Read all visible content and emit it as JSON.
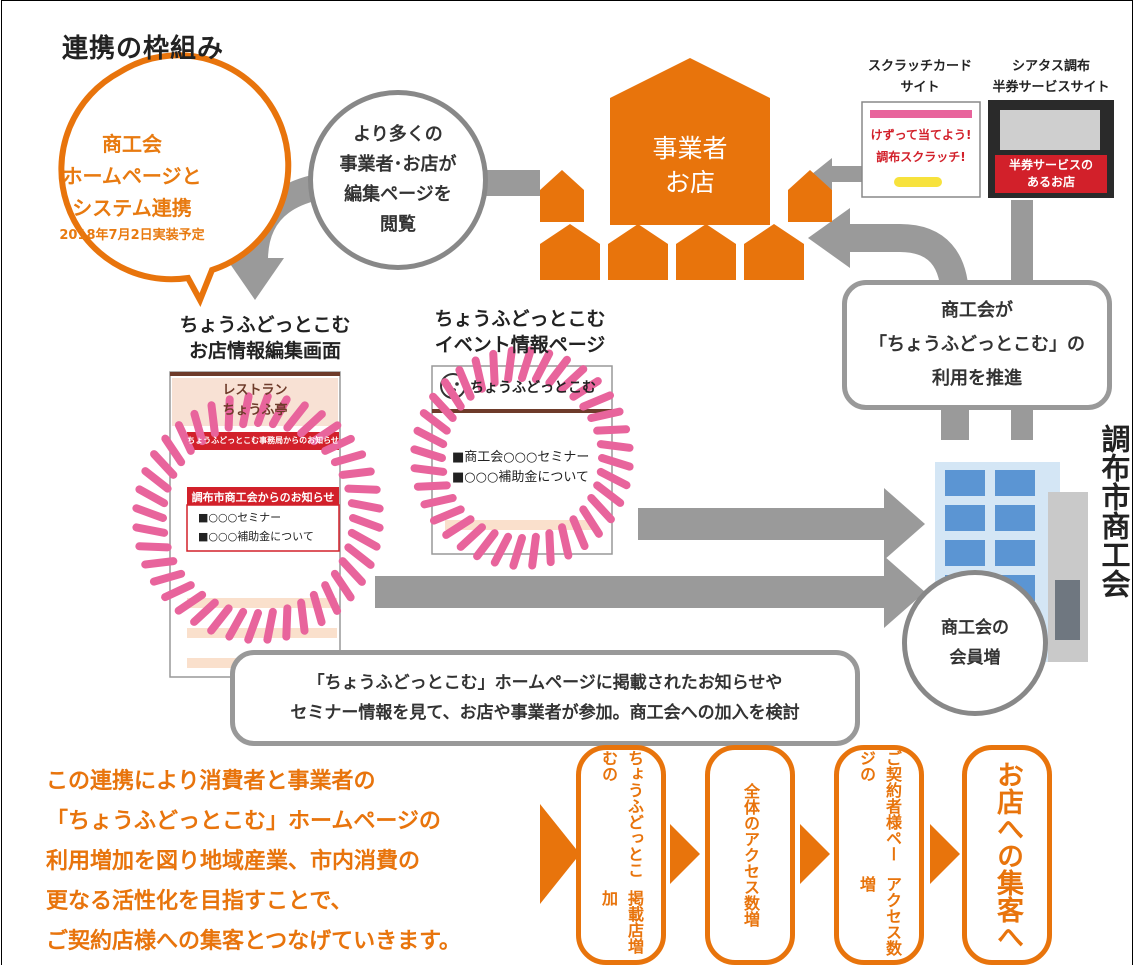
{
  "title": "連携の枠組み",
  "speech_bubble": {
    "line1": "商工会",
    "line2": "ホームページと",
    "line3": "システム連携",
    "date": "2018年7月2日実装予定"
  },
  "circle_view": {
    "line1": "より多くの",
    "line2": "事業者･お店が",
    "line3": "編集ページを",
    "line4": "閲覧"
  },
  "business_house": {
    "line1": "事業者",
    "line2": "お店"
  },
  "scratch_site": {
    "label1": "スクラッチカード",
    "label2": "サイト",
    "card_line1": "けずって当てよう!",
    "card_line2": "調布スクラッチ!"
  },
  "half_price_site": {
    "label1": "シアタス調布",
    "label2": "半券サービスサイト",
    "screen_line1": "半券サービスの",
    "screen_line2": "あるお店"
  },
  "promote_box": {
    "line1": "商工会が",
    "line2": "「ちょうふどっとこむ」の",
    "line3": "利用を推進"
  },
  "edit_page": {
    "title1": "ちょうふどっとこむ",
    "title2": "お店情報編集画面",
    "shop_name1": "レストラン",
    "shop_name2": "ちょうふ亭",
    "notice_bar": "ちょうふどっとこむ事務局からのお知らせ",
    "chamber_bar": "調布市商工会からのお知らせ",
    "item1": "■○○○セミナー",
    "item2": "■○○○補助金について"
  },
  "event_page": {
    "title1": "ちょうふどっとこむ",
    "title2": "イベント情報ページ",
    "logo_text": "ちょうふどっとこむ",
    "item1": "■商工会○○○セミナー",
    "item2": "■○○○補助金について"
  },
  "building_label": "調布市商工会",
  "member_circle": {
    "line1": "商工会の",
    "line2": "会員増"
  },
  "info_box": {
    "line1": "「ちょうふどっとこむ」ホームページに掲載されたお知らせや",
    "line2": "セミナー情報を見て、お店や事業者が参加。商工会への加入を検討"
  },
  "summary": {
    "line1": "この連携により消費者と事業者の",
    "line2": "「ちょうふどっとこむ」ホームページの",
    "line3": "利用増加を図り地域産業、市内消費の",
    "line4": "更なる活性化を目指すことで、",
    "line5": "ご契約店様への集客とつなげていきます。"
  },
  "flow": {
    "step1_col1": "ちょうふどっとこむの",
    "step1_col2": "掲載店増加",
    "step2": "全体のアクセス数増",
    "step3_col1": "ご契約者様ページの",
    "step3_col2": "アクセス数増",
    "step4": "お店への集客へ"
  },
  "colors": {
    "orange": "#e8740c",
    "gray": "#999999",
    "pink": "#e8649c",
    "red": "#d2202a",
    "brown": "#6e3b2a"
  }
}
